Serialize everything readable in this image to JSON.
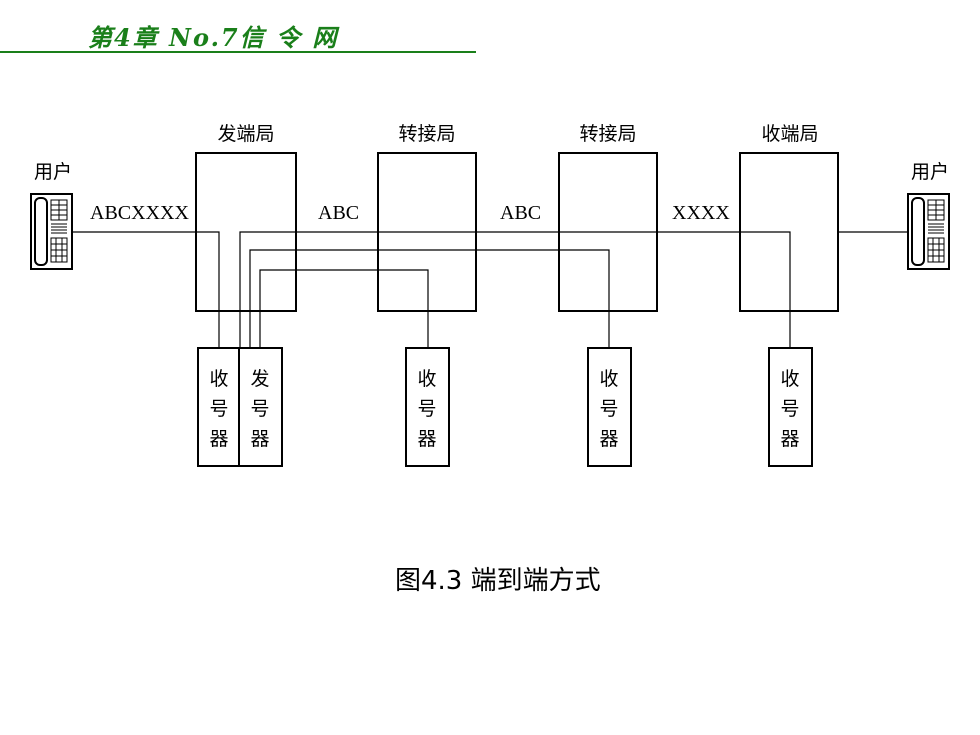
{
  "header": {
    "chapter_title": "第4章 No.7信 令 网",
    "accent_color": "#1a7f1a"
  },
  "offices": [
    {
      "label": "发端局"
    },
    {
      "label": "转接局"
    },
    {
      "label": "转接局"
    },
    {
      "label": "收端局"
    }
  ],
  "users": {
    "left": "用户",
    "right": "用户"
  },
  "digits": {
    "seg1": "ABCXXXX",
    "seg2": "ABC",
    "seg3": "ABC",
    "seg4": "XXXX"
  },
  "receivers": {
    "recv": [
      "收",
      "号",
      "器"
    ],
    "send": [
      "发",
      "号",
      "器"
    ]
  },
  "caption": "图4.3  端到端方式",
  "icons": {
    "telephone": "telephone-icon"
  }
}
